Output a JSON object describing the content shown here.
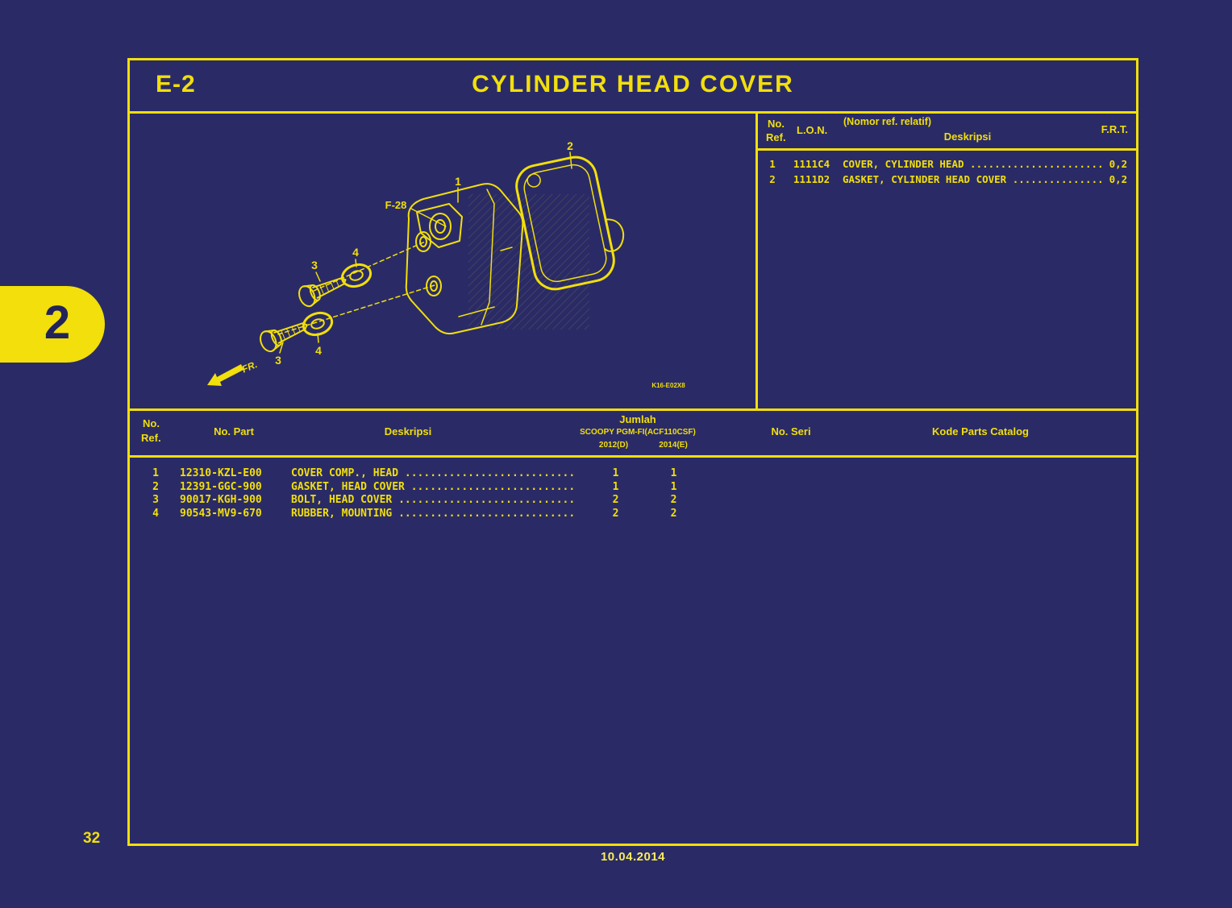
{
  "page": {
    "section_code": "E-2",
    "title": "CYLINDER HEAD COVER",
    "chapter_tab": "2",
    "page_number": "32",
    "footer_date": "10.04.2014"
  },
  "diagram": {
    "fig_code": "K16-E02X8",
    "fr_label": "FR.",
    "subref_label": "F-28",
    "callouts": {
      "c1": "1",
      "c2": "2",
      "c3a": "3",
      "c3b": "3",
      "c4a": "4",
      "c4b": "4"
    }
  },
  "ref_panel": {
    "header": {
      "no": "No.",
      "ref": "Ref.",
      "lon": "L.O.N.",
      "nomor": "(Nomor ref. relatif)",
      "deskripsi": "Deskripsi",
      "frt": "F.R.T."
    },
    "rows": [
      {
        "ref": "1",
        "lon": "1111C4",
        "desc": "COVER, CYLINDER HEAD",
        "dots": "......................",
        "frt": "0,2"
      },
      {
        "ref": "2",
        "lon": "1111D2",
        "desc": "GASKET, CYLINDER HEAD COVER",
        "dots": "...............",
        "frt": "0,2"
      }
    ]
  },
  "parts_table": {
    "header": {
      "no": "No.",
      "ref": "Ref.",
      "no_part": "No. Part",
      "deskripsi": "Deskripsi",
      "jumlah": "Jumlah",
      "model": "SCOOPY PGM-FI(ACF110CSF)",
      "year1": "2012(D)",
      "year2": "2014(E)",
      "no_seri": "No. Seri",
      "kode": "Kode Parts Catalog"
    },
    "rows": [
      {
        "ref": "1",
        "part": "12310-KZL-E00",
        "desc": "COVER COMP., HEAD",
        "dots": "...........................",
        "q1": "1",
        "q2": "1"
      },
      {
        "ref": "2",
        "part": "12391-GGC-900",
        "desc": "GASKET, HEAD COVER",
        "dots": "..........................",
        "q1": "1",
        "q2": "1"
      },
      {
        "ref": "3",
        "part": "90017-KGH-900",
        "desc": "BOLT, HEAD COVER",
        "dots": "............................",
        "q1": "2",
        "q2": "2"
      },
      {
        "ref": "4",
        "part": "90543-MV9-670",
        "desc": "RUBBER, MOUNTING",
        "dots": "............................",
        "q1": "2",
        "q2": "2"
      }
    ]
  },
  "colors": {
    "background": "#2A2B66",
    "accent": "#F2DF0B"
  }
}
